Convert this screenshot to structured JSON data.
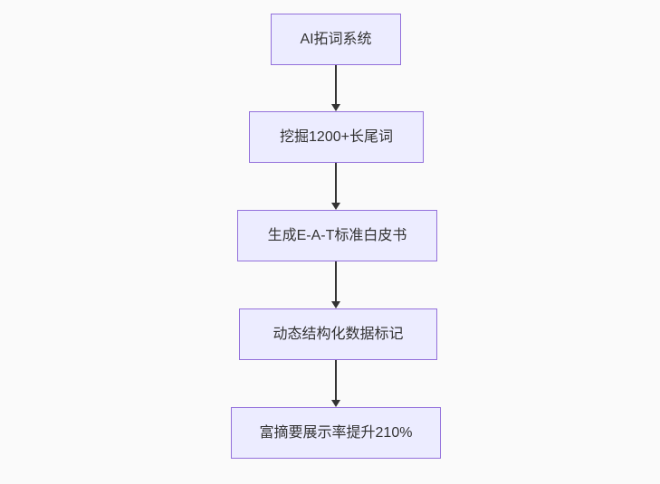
{
  "flowchart": {
    "direction": "top-down",
    "nodes": [
      {
        "id": "ai-keyword-system",
        "label": "AI拓词系统"
      },
      {
        "id": "mine-longtail-keywords",
        "label": "挖掘1200+长尾词"
      },
      {
        "id": "generate-eat-whitepaper",
        "label": "生成E-A-T标准白皮书"
      },
      {
        "id": "dynamic-structured-data",
        "label": "动态结构化数据标记"
      },
      {
        "id": "rich-snippet-uplift",
        "label": "富摘要展示率提升210%"
      }
    ],
    "edges": [
      {
        "from": 0,
        "to": 1
      },
      {
        "from": 1,
        "to": 2
      },
      {
        "from": 2,
        "to": 3
      },
      {
        "from": 3,
        "to": 4
      }
    ],
    "colors": {
      "background": "#fafafa",
      "node_fill": "#ECECFF",
      "node_border": "#9370DB",
      "text": "#333333",
      "arrow": "#333333"
    }
  }
}
